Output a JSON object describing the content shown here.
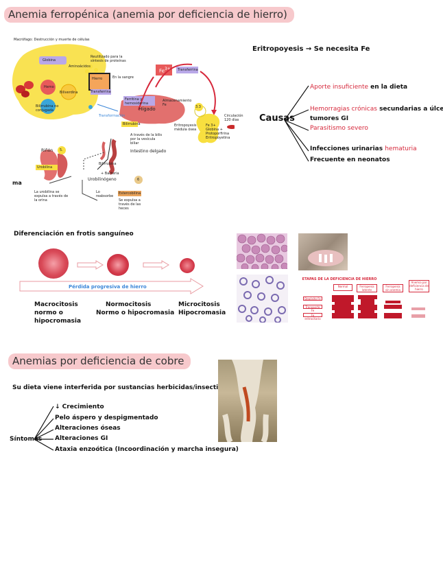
{
  "titles": {
    "iron": "Anemia ferropénica (anemia por deficiencia de hierro)",
    "copper": "Anemias por deficiencia de cobre"
  },
  "diagram": {
    "macrophage": "Macrófago: Destrucción y muerte de células",
    "globina": "Globina",
    "aminoacids": "Aminoácidos",
    "reutilized": "Reutilizado para la síntesis de proteínas",
    "hemo": "Hemo",
    "hierro": "Hierro",
    "transferrina": "Transferrina",
    "en_la_sangre": "En la sangre",
    "fe": "Fe",
    "fe_sup": "3+",
    "transferrina2": "Transferrina",
    "biliverdina": "Biliverdina",
    "bilirrubina_no_conj": "Bilirrubina no conjugada",
    "higado": "Hígado",
    "ferritina": "Ferritina y hemosiderina",
    "almacenamiento": "Almacenamiento Fe",
    "bilirrubina_box": "Bilirrubina",
    "transformacion": "Transformación",
    "bilis_text": "A través de la bilis por la vesícula biliar",
    "intestino": "Intestino delgado",
    "bilirrubina_down": "Bilirrubina",
    "bacteria": "+ Bacteria",
    "urobilinogeno": "Urobilinógeno",
    "estercobilina": "Estercobilina",
    "se_expulsa": "Se expulsa a través de las heces",
    "reabsorbe": "Lo reabsorbe",
    "rinon": "Riñón",
    "rinon_num": "5.",
    "urobilina": "Urobilina",
    "urobilina_text": "La urobilina se expulsa a través de la orina",
    "num_6": "6",
    "num_3": "3.3",
    "medula": "Eritropoyesis médula ósea",
    "fe_medula": "Fe 3+ Globina + Protoporfirina Eritropoyetina",
    "circulacion": "Circulación 120 días",
    "ma": "ma"
  },
  "erythro": "Eritropoyesis → Se necesita Fe",
  "causes": {
    "label": "Causas",
    "items": [
      {
        "text_red": "Aporte insuficiente",
        "text": " en la dieta"
      },
      {
        "text_red": "Hemorragias crónicas",
        "text": " secundarias a úlceras o"
      },
      {
        "text_red": "",
        "text": "tumores GI"
      },
      {
        "text_red": "Parasitismo severo",
        "text": ""
      },
      {
        "text_red": "",
        "text": "Infecciones urinarias ",
        "text_red2": "hematuria"
      },
      {
        "text_red": "",
        "text": "Frecuente en neonatos"
      }
    ]
  },
  "differentiation": {
    "title": "Diferenciación en frotis sanguíneo",
    "arrow_label": "Pérdida progresiva de hierro",
    "cells": [
      {
        "line1": "Macrocitosis",
        "line2": "normo o",
        "line3": "hipocromasia"
      },
      {
        "line1": "Normocitosis",
        "line2": "Normo o hipocromasia",
        "line3": ""
      },
      {
        "line1": "Microcitosis",
        "line2": "Hipocromasia",
        "line3": ""
      }
    ]
  },
  "iron_table": {
    "title": "ETAPAS DE LA DEFICIENCIA DE HIERRO",
    "headers": [
      "Normal",
      "Ferropenia latente",
      "Ferropenia sin anemia",
      "Anemia por deficiencia de hierro"
    ],
    "rows": [
      "Depósito Fe",
      "Transporte Fe",
      "Fe eritrocitario"
    ]
  },
  "copper": {
    "subtitle": "Su dieta viene interferida por sustancias herbicidas/insecticidas",
    "label": "Síntomas",
    "symptoms": [
      "↓ Crecimiento",
      "Pelo áspero y despigmentado",
      "Alteraciones óseas",
      "Alteraciones GI",
      "Ataxia enzoótica (Incoordinación y marcha insegura)"
    ]
  },
  "colors": {
    "title_highlight": "#f7c9cc",
    "accent_red": "#d6283b",
    "yellow": "#f8df3f",
    "liver": "#e2706e",
    "purple": "#b9a8e8",
    "arrow_blue": "#3a86d8"
  }
}
